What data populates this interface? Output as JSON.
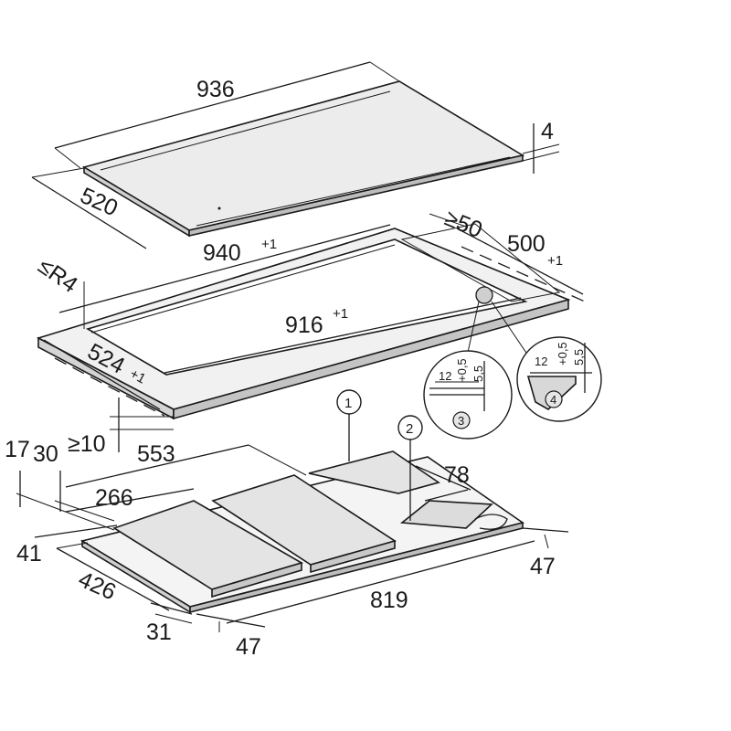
{
  "dimensions": {
    "d936": "936",
    "d4": "4",
    "d520": "520",
    "d940": "940",
    "d940_tol": "+1",
    "d50": "≥50",
    "d500": "500",
    "d500_tol": "+1",
    "dR4": "≤R4",
    "d916": "916",
    "d916_tol": "+1",
    "d524": "524",
    "d524_tol": "+1",
    "d10": "≥10",
    "d553": "553",
    "d266": "266",
    "d17": "17",
    "d30": "30",
    "d78": "78",
    "d41": "41",
    "d426": "426",
    "d31": "31",
    "d47_bottom": "47",
    "d819": "819",
    "d47_right": "47"
  },
  "callouts": {
    "c1": "1",
    "c2": "2",
    "c3": "3",
    "c4": "4"
  },
  "details": {
    "left_12": "12",
    "left_tol": "+0,5",
    "left_55": "5,5",
    "right_12": "12",
    "right_tol": "+0,5",
    "right_55": "5,5"
  },
  "colors": {
    "line": "#1a1a1a",
    "surface": "#ececec",
    "surface_dark": "#d4d4d4",
    "edge": "#bdbdbd"
  }
}
